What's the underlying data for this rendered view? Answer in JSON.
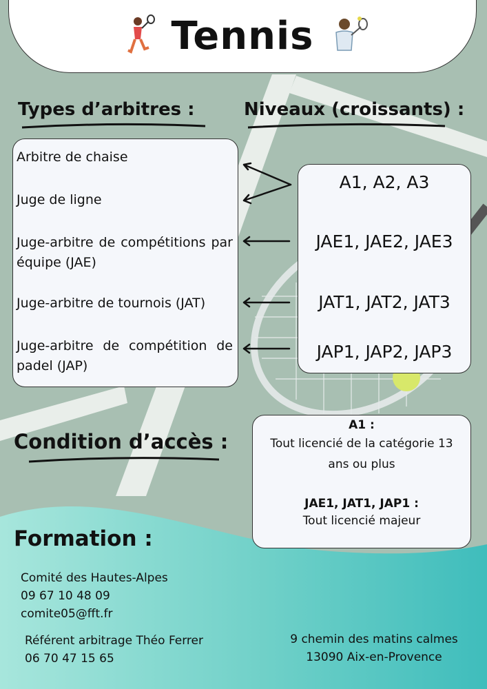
{
  "header": {
    "title": "Tennis"
  },
  "types": {
    "heading": "Types d’arbitres :",
    "items": [
      "Arbitre de chaise",
      "Juge de ligne",
      "Juge-arbitre de compétitions par équipe (JAE)",
      "Juge-arbitre de tournois (JAT)",
      "Juge-arbitre de compétition de padel (JAP)"
    ]
  },
  "levels": {
    "heading": "Niveaux (croissants) :",
    "items": [
      "A1, A2, A3",
      "JAE1, JAE2, JAE3",
      "JAT1, JAT2, JAT3",
      "JAP1, JAP2, JAP3"
    ]
  },
  "access": {
    "heading": "Condition d’accès :",
    "a1_label": "A1 :",
    "a1_text": "Tout licencié de la catégorie 13 ans ou plus",
    "jae_label": "JAE1, JAT1, JAP1 :",
    "jae_text": "Tout licencié majeur"
  },
  "formation": {
    "heading": "Formation :",
    "committee": "Comité des Hautes-Alpes",
    "committee_phone": "09 67 10 48 09",
    "committee_email": "comite05@fft.fr",
    "referent": "Référent arbitrage Théo Ferrer",
    "referent_phone": "06 70 47 15 65",
    "address_line1": "9 chemin des matins calmes",
    "address_line2": "13090 Aix-en-Provence"
  },
  "colors": {
    "court": "#a8bfb2",
    "court_lines": "#e9eeea",
    "teal": "#5ec9c2",
    "box_bg": "#f5f7fb"
  },
  "icons": [
    "tennis-player-jump-icon",
    "tennis-player-serve-icon",
    "tennis-racket-icon",
    "tennis-ball-icon"
  ]
}
